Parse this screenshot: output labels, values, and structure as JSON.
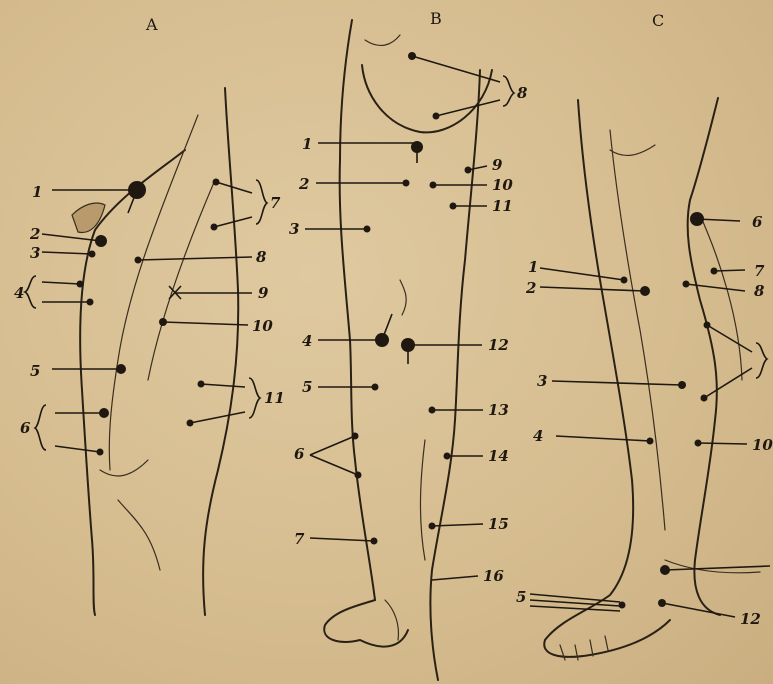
{
  "panels": [
    {
      "title": "A",
      "labels": [
        "1",
        "2",
        "3",
        "4",
        "5",
        "6",
        "7",
        "8",
        "9",
        "10",
        "11"
      ]
    },
    {
      "title": "B",
      "labels": [
        "1",
        "2",
        "3",
        "4",
        "5",
        "6",
        "7",
        "8",
        "9",
        "10",
        "11",
        "12",
        "13",
        "14",
        "15",
        "16"
      ]
    },
    {
      "title": "C",
      "labels": [
        "1",
        "2",
        "3",
        "4",
        "5",
        "6",
        "7",
        "8",
        "10",
        "12"
      ]
    }
  ]
}
